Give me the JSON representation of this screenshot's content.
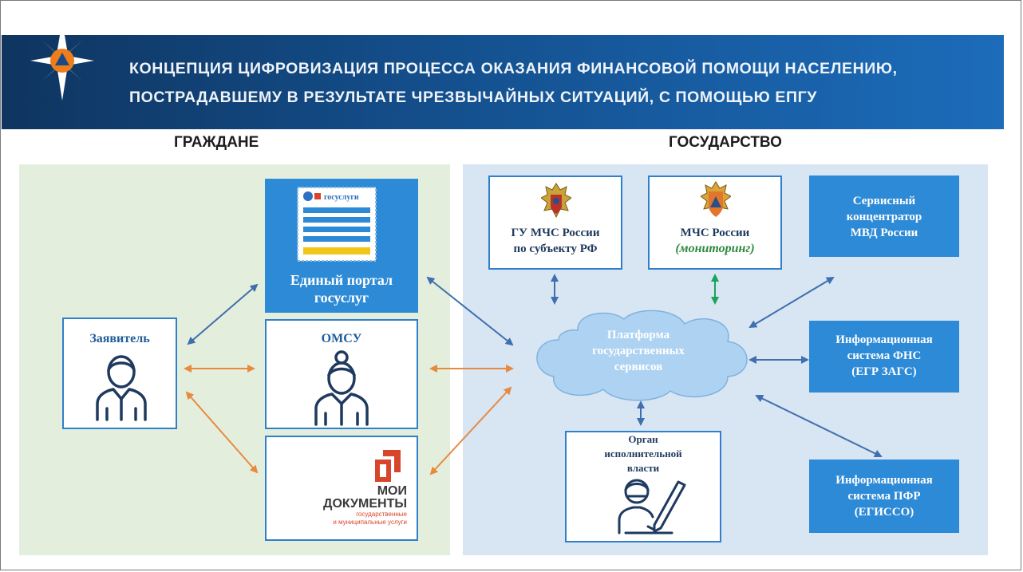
{
  "header": {
    "title_line1": "КОНЦЕПЦИЯ ЦИФРОВИЗАЦИЯ ПРОЦЕССА ОКАЗАНИЯ ФИНАНСОВОЙ ПОМОЩИ НАСЕЛЕНИЮ,",
    "title_line2": "ПОСТРАДАВШЕМУ В РЕЗУЛЬТАТЕ ЧРЕЗВЫЧАЙНЫХ СИТУАЦИЙ, С ПОМОЩЬЮ ЕПГУ"
  },
  "sections": {
    "citizens": "ГРАЖДАНЕ",
    "state": "ГОСУДАРСТВО"
  },
  "citizens": {
    "applicant": "Заявитель",
    "portal_line1": "Единый портал",
    "portal_line2": "госуслуг",
    "portal_logo": "госуслуги",
    "omsu": "ОМСУ",
    "moi_line1": "МОИ",
    "moi_line2": "ДОКУМЕНТЫ",
    "moi_sub1": "государственные",
    "moi_sub2": "и муниципальные услуги"
  },
  "state": {
    "gu_mchs_line1": "ГУ МЧС России",
    "gu_mchs_line2": "по субъекту РФ",
    "mchs_line1": "МЧС России",
    "mchs_line2": "(мониторинг)",
    "mvd_line1": "Сервисный",
    "mvd_line2": "концентратор",
    "mvd_line3": "МВД России",
    "platform_line1": "Платформа",
    "platform_line2": "государственных",
    "platform_line3": "сервисов",
    "fns_line1": "Информационная",
    "fns_line2": "система ФНС",
    "fns_line3": "(ЕГР ЗАГС)",
    "pfr_line1": "Информационная",
    "pfr_line2": "система ПФР",
    "pfr_line3": "(ЕГИССО)",
    "authority_line1": "Орган",
    "authority_line2": "исполнительной",
    "authority_line3": "власти"
  },
  "colors": {
    "header_dark": "#0f3560",
    "header_light": "#1c6cba",
    "citizens_bg": "#e3efdc",
    "state_bg": "#d8e5f3",
    "box_blue": "#2d8ad6",
    "box_border": "#2f7fcb",
    "text_navy": "#1f3a5f",
    "arrow_blue": "#3f6fae",
    "arrow_orange": "#e8893e",
    "arrow_green": "#1aa35a",
    "cloud_fill": "#aed3f2",
    "moi_red": "#d9452b",
    "mchs_monitoring_green": "#2c8a3c"
  },
  "icons": [
    "emblem-icon",
    "gosuslugi-form-icon",
    "applicant-person-icon",
    "omsu-person-icon",
    "moi-dokumenty-logo-icon",
    "mchs-coat-of-arms-icon",
    "official-writing-icon",
    "platform-cloud-icon"
  ]
}
